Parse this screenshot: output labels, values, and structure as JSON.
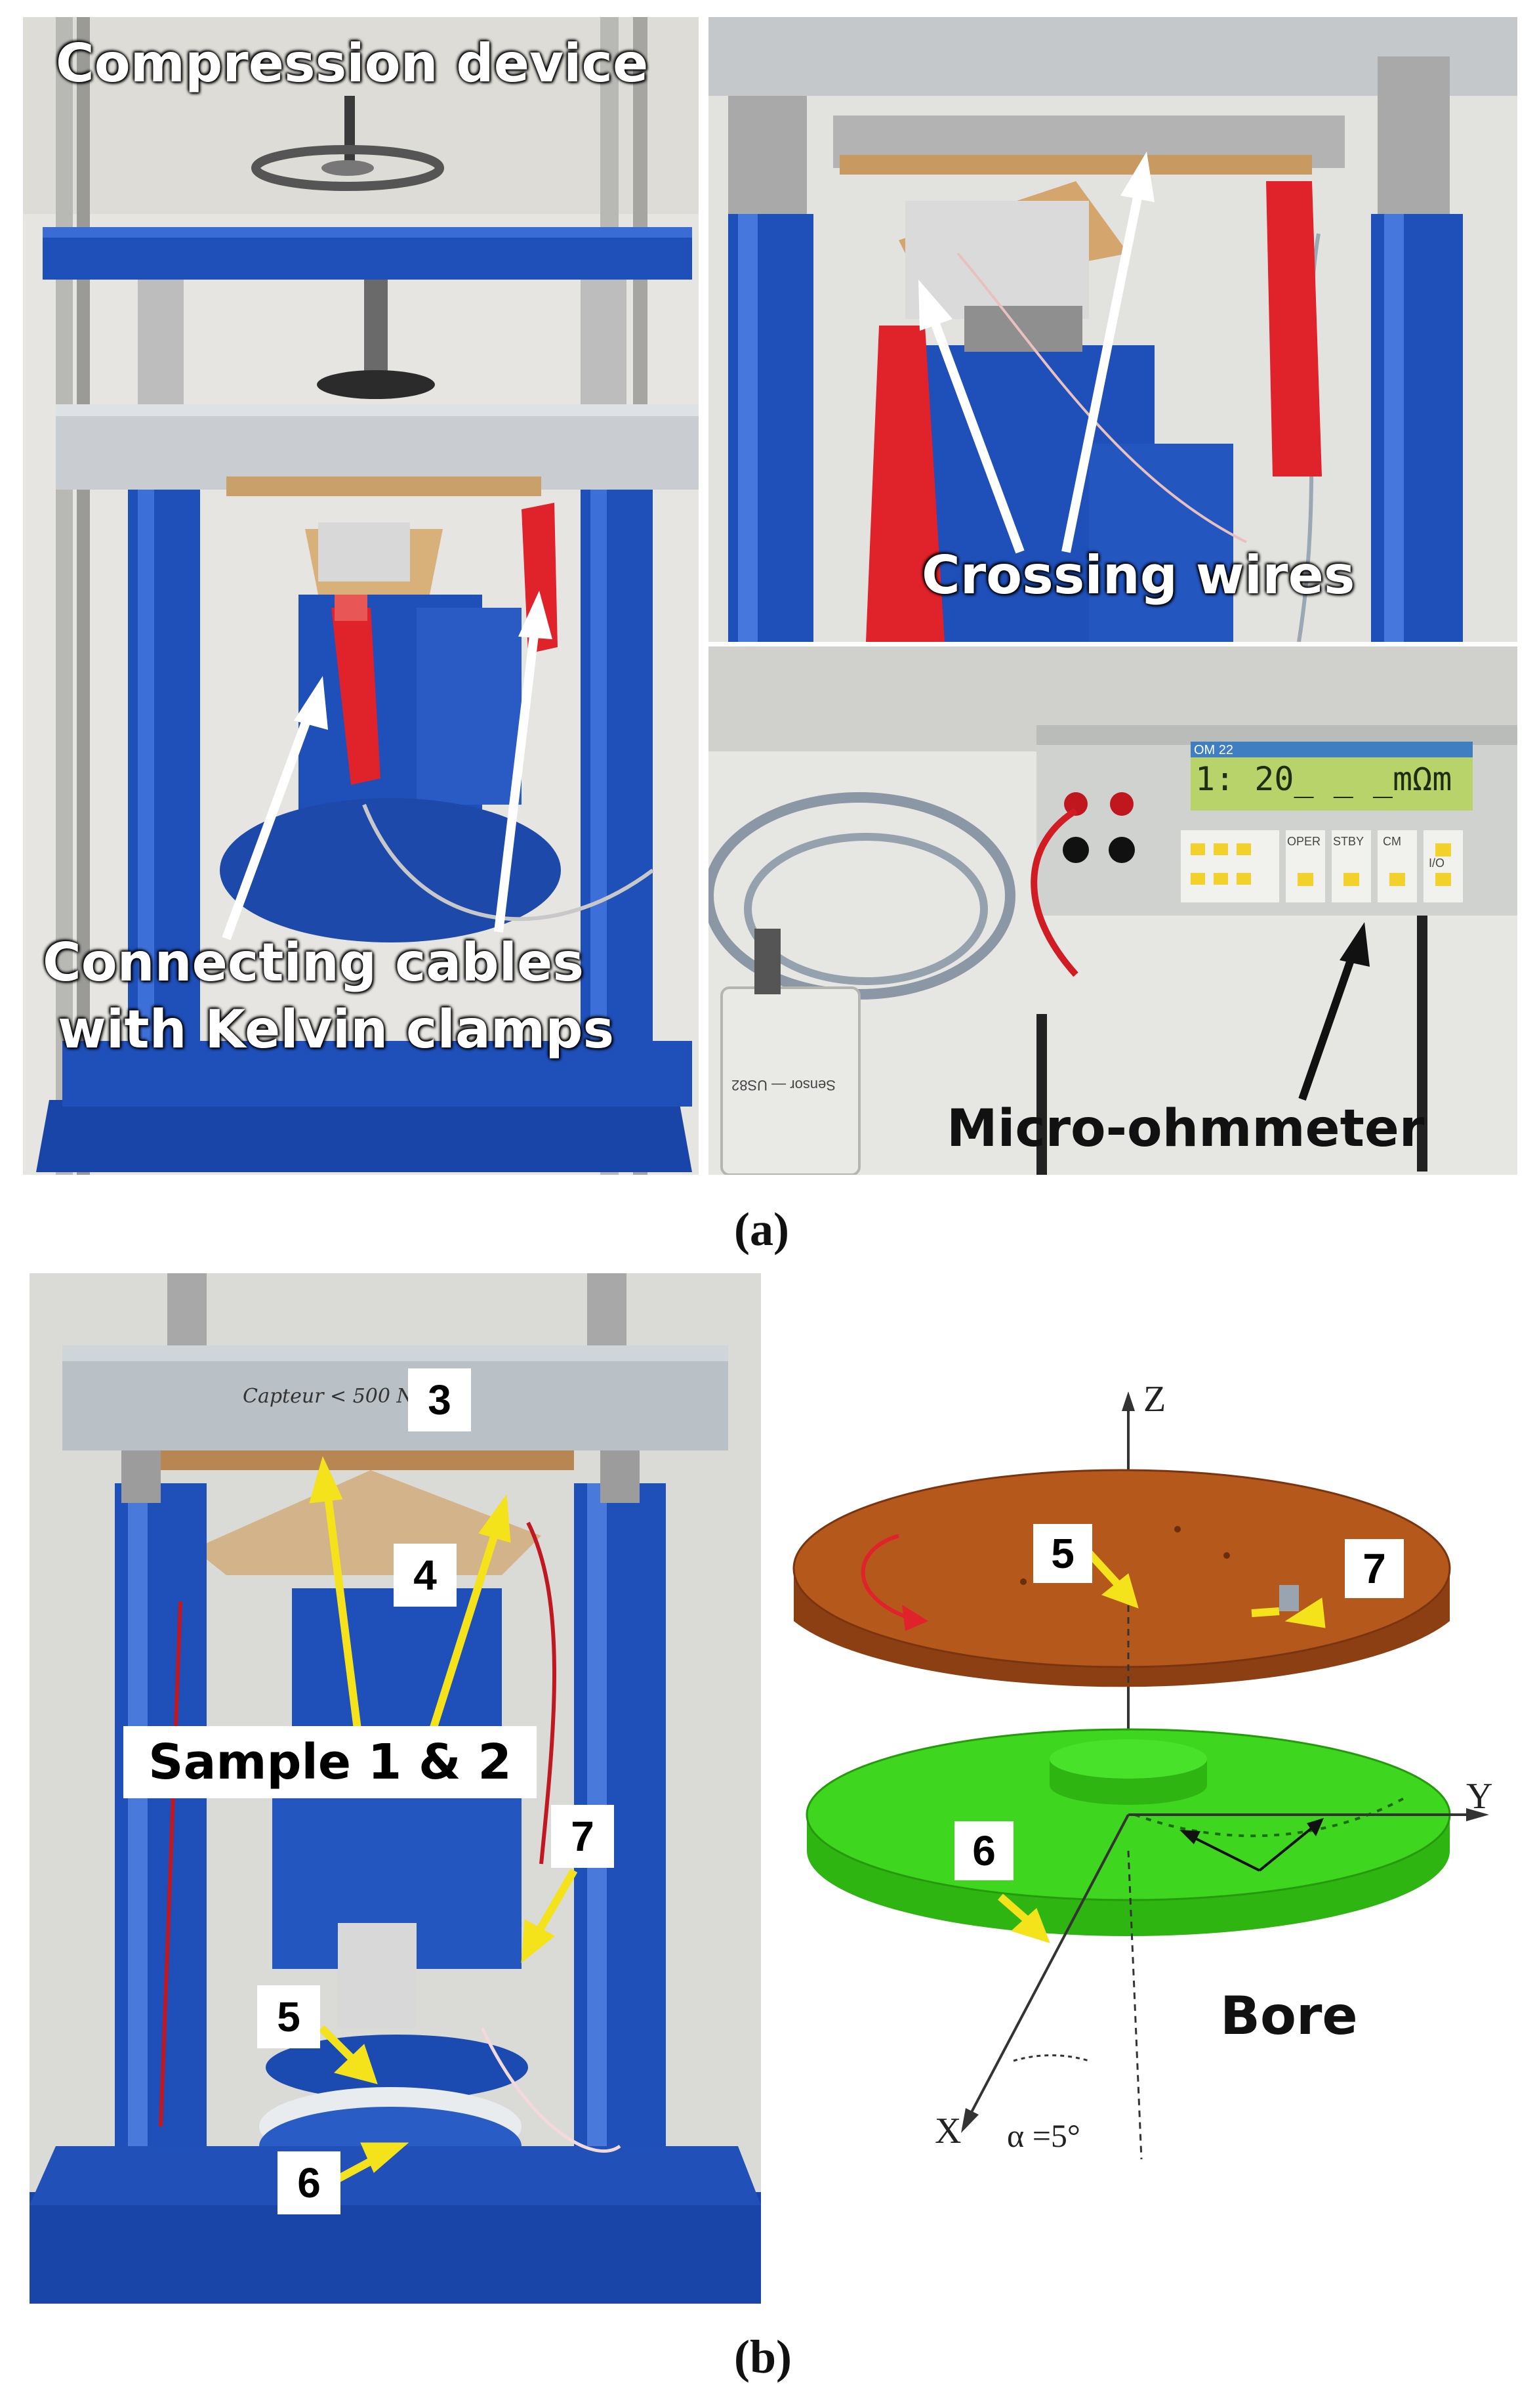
{
  "panel_a": {
    "label": "(a)",
    "left_photo": {
      "title": "Compression device",
      "caption_line1": "Connecting cables",
      "caption_line2": "with Kelvin clamps"
    },
    "top_right_photo": {
      "caption": "Crossing wires"
    },
    "bottom_right_photo": {
      "caption": "Micro-ohmmeter",
      "lcd_reading": "1:  20_ _ _mΩm",
      "device_model": "OM 22",
      "buttons": [
        "OPER",
        "STBY",
        "CM",
        "I/O"
      ],
      "sensor_label": "Sensor — US82"
    }
  },
  "panel_b": {
    "label": "(b)",
    "photo": {
      "plate_note": "Capteur < 500 N",
      "numbers": [
        "3",
        "4",
        "5",
        "6",
        "7"
      ],
      "sample_label": "Sample 1 & 2"
    },
    "diagram": {
      "axis_z": "Z",
      "axis_y": "Y",
      "axis_x": "X",
      "angle": "α =5°",
      "bore_label": "Bore",
      "numbers": [
        "5",
        "6",
        "7"
      ]
    }
  },
  "colors": {
    "device_blue": "#1f4fb8",
    "clamp_red": "#e0222a",
    "disk_brown": "#b5581c",
    "disk_green": "#3ed61e",
    "arrow_yellow": "#f4e21a"
  },
  "icons": [
    "arrow-icon",
    "rotation-arrow-icon"
  ]
}
